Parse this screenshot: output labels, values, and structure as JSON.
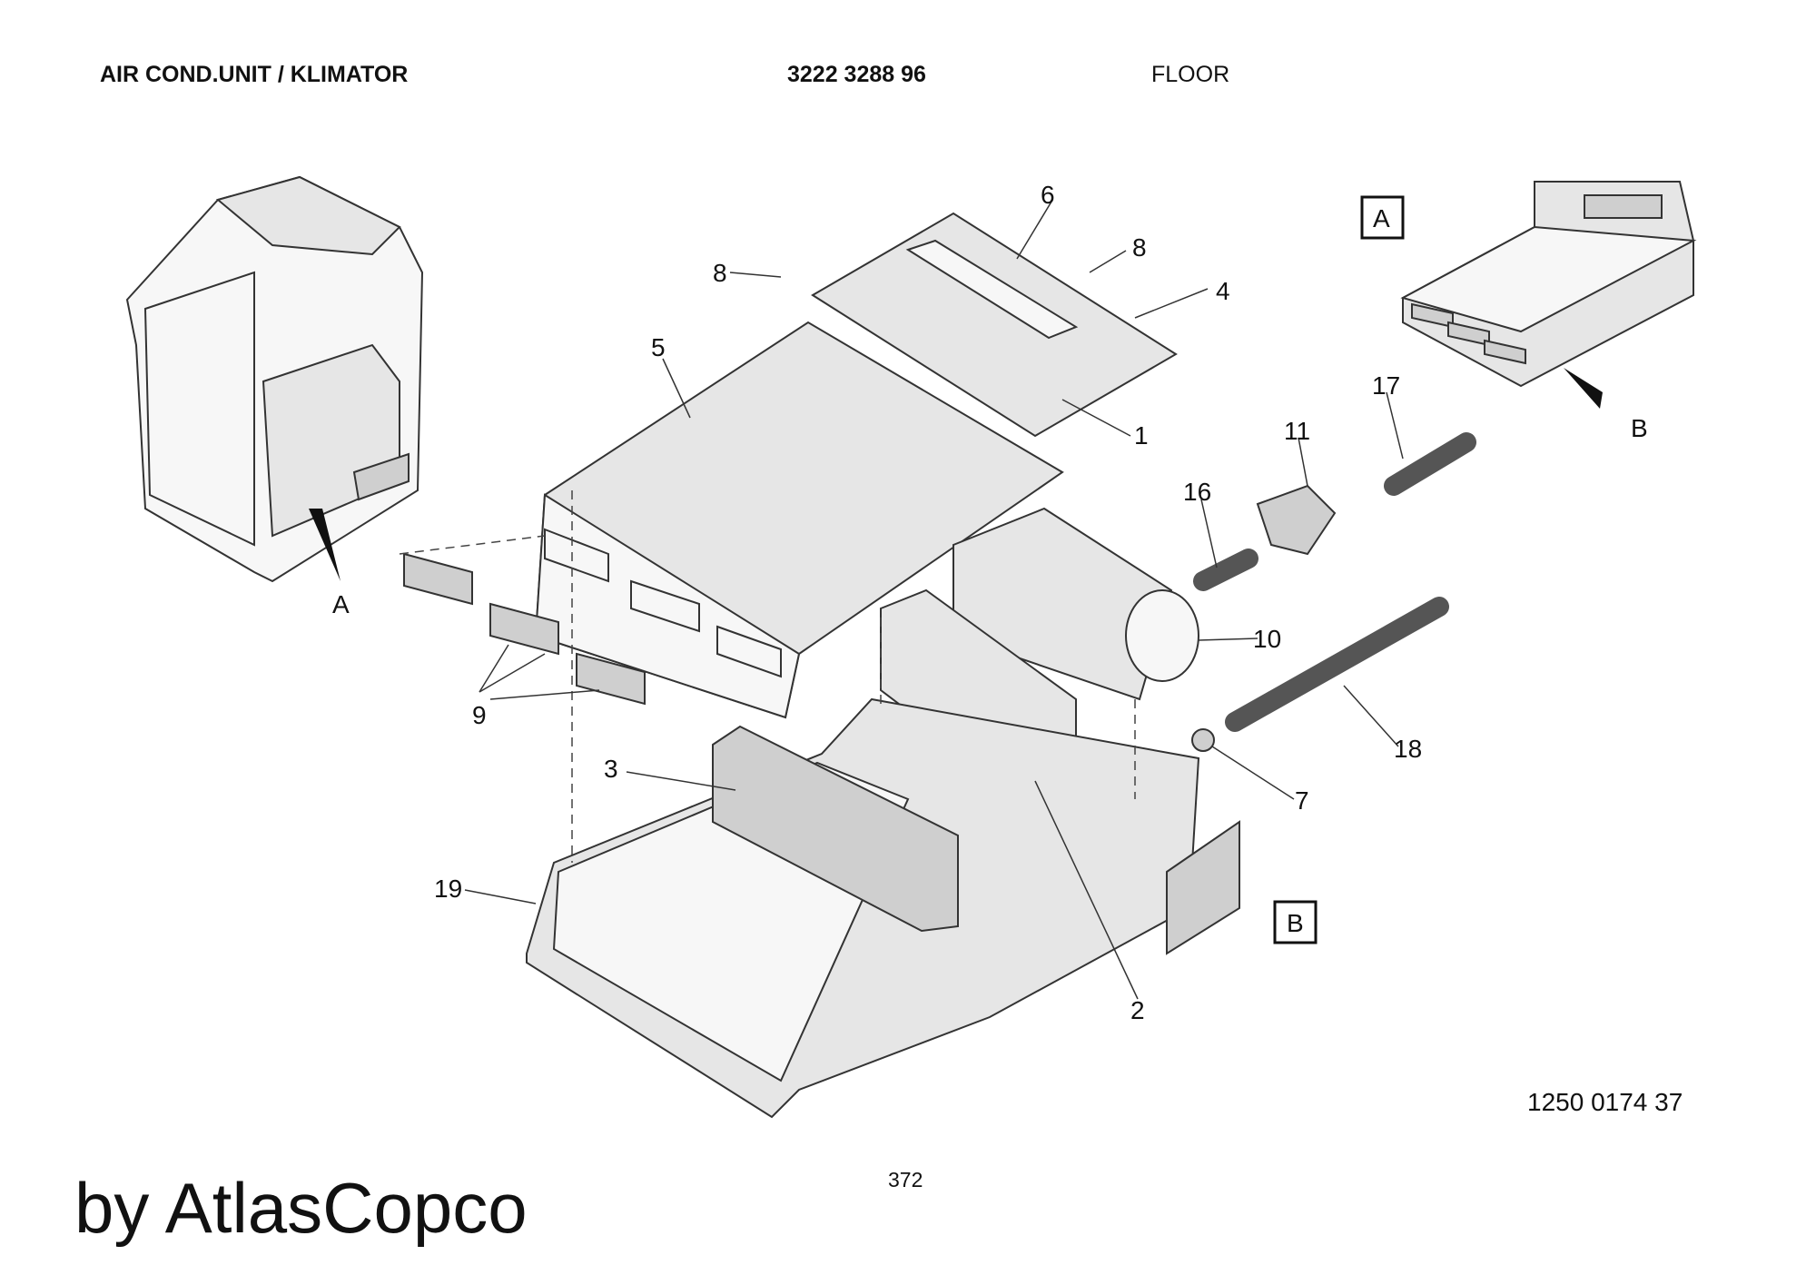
{
  "header": {
    "title": "AIR COND.UNIT / KLIMATOR",
    "part_number": "3222 3288 96",
    "section": "FLOOR"
  },
  "diagram": {
    "callouts": {
      "c1": "1",
      "c2": "2",
      "c3": "3",
      "c4": "4",
      "c5": "5",
      "c6": "6",
      "c7": "7",
      "c8a": "8",
      "c8b": "8",
      "c9": "9",
      "c10": "10",
      "c11": "11",
      "c16": "16",
      "c17": "17",
      "c18": "18",
      "c19": "19"
    },
    "views": {
      "box_a": "A",
      "arrow_a": "A",
      "box_b": "B",
      "arrow_b": "B"
    }
  },
  "footer": {
    "drawing_number": "1250 0174 37",
    "page_number": "372",
    "watermark": "by AtlasCopco"
  }
}
